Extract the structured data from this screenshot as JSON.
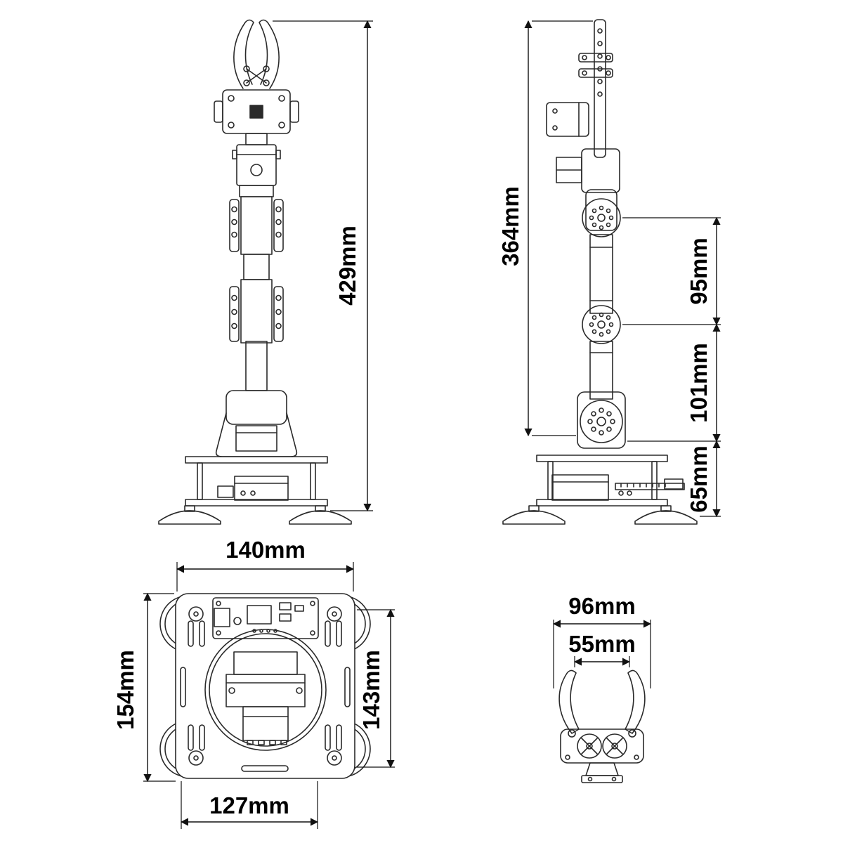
{
  "diagram": {
    "front_view": {
      "overall_height": "429mm"
    },
    "side_view": {
      "overall_height": "364mm",
      "upper_segment": "95mm",
      "lower_segment": "101mm",
      "base_height": "65mm"
    },
    "top_view": {
      "outer_width": "140mm",
      "outer_depth": "154mm",
      "inner_depth": "143mm",
      "inner_width": "127mm"
    },
    "gripper_view": {
      "outer_width": "96mm",
      "opening_width": "55mm"
    }
  }
}
